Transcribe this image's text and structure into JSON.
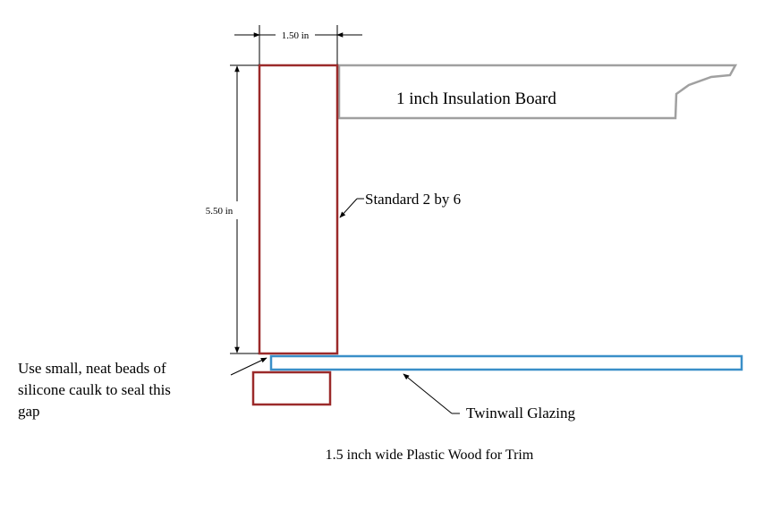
{
  "dimensions": {
    "width_label": "1.50 in",
    "height_label": "5.50 in"
  },
  "labels": {
    "insulation": "1 inch Insulation Board",
    "stud": "Standard 2 by 6",
    "caulk_line1": "Use small, neat beads of",
    "caulk_line2": "silicone caulk to seal this",
    "caulk_line3": "gap",
    "glazing": "Twinwall Glazing",
    "trim": "1.5 inch wide Plastic Wood for Trim"
  },
  "colors": {
    "stud_outline": "#9b2a2a",
    "trim_outline": "#9b2a2a",
    "glazing_outline": "#3a8fc8",
    "insulation_outline": "#a0a0a0",
    "line": "#000000"
  }
}
